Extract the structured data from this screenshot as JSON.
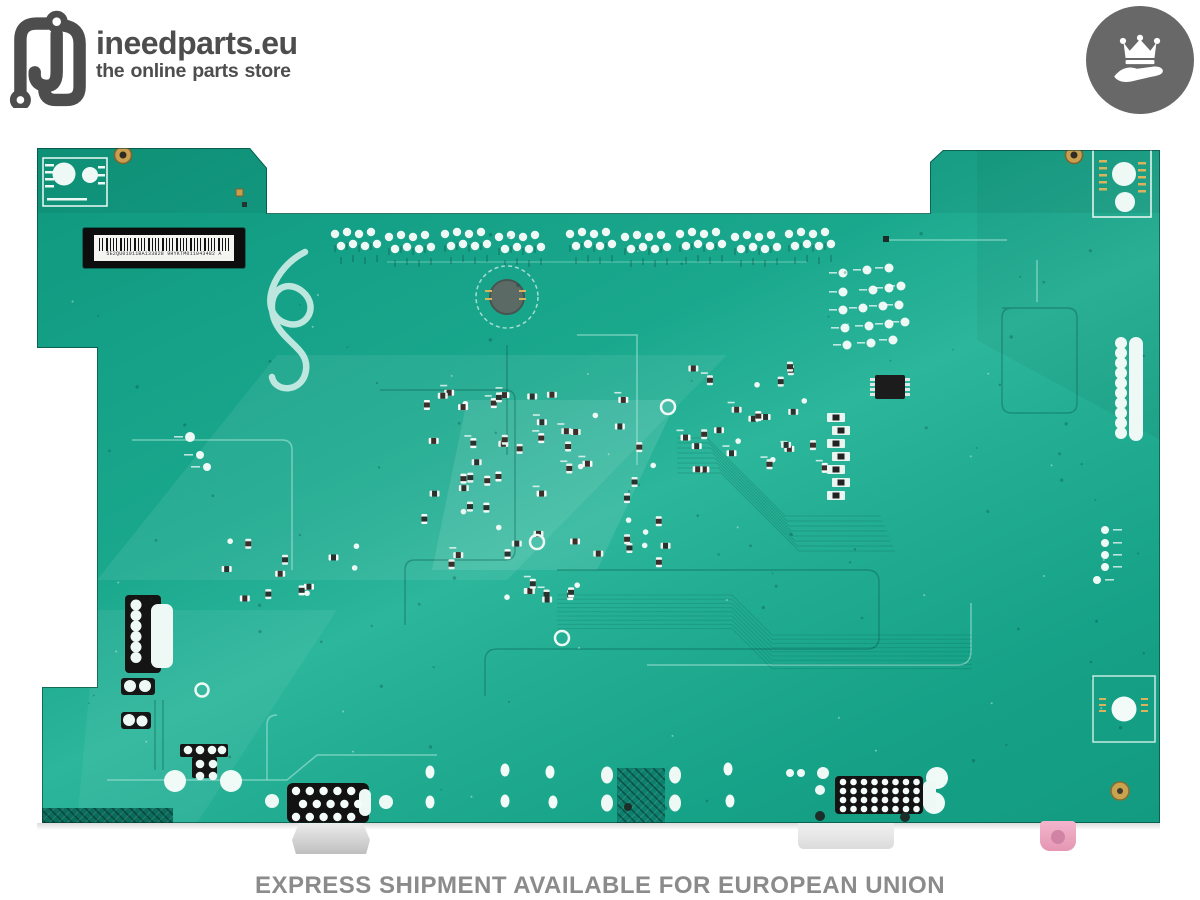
{
  "header": {
    "brand_name": "ineedparts.eu",
    "brand_tagline": "the online parts store",
    "logo_icon": "paperclip-n-icon",
    "badge_icon": "crown-in-hand-icon"
  },
  "product": {
    "barcode_label": "5E2QU01011BA133828 9HYKTM011043482 A"
  },
  "footer": {
    "banner_text": "EXPRESS SHIPMENT AVAILABLE FOR EUROPEAN UNION"
  },
  "colors": {
    "pcb_green": "#16A187",
    "pcb_green_light": "#2CB69B",
    "brand_gray": "#4D4D4D",
    "badge_gray": "#686868",
    "footer_gray": "#8B8B8B",
    "label_black": "#0D0D0D",
    "jack_pink": "#F0A9C4",
    "gold": "#C79F4E"
  }
}
